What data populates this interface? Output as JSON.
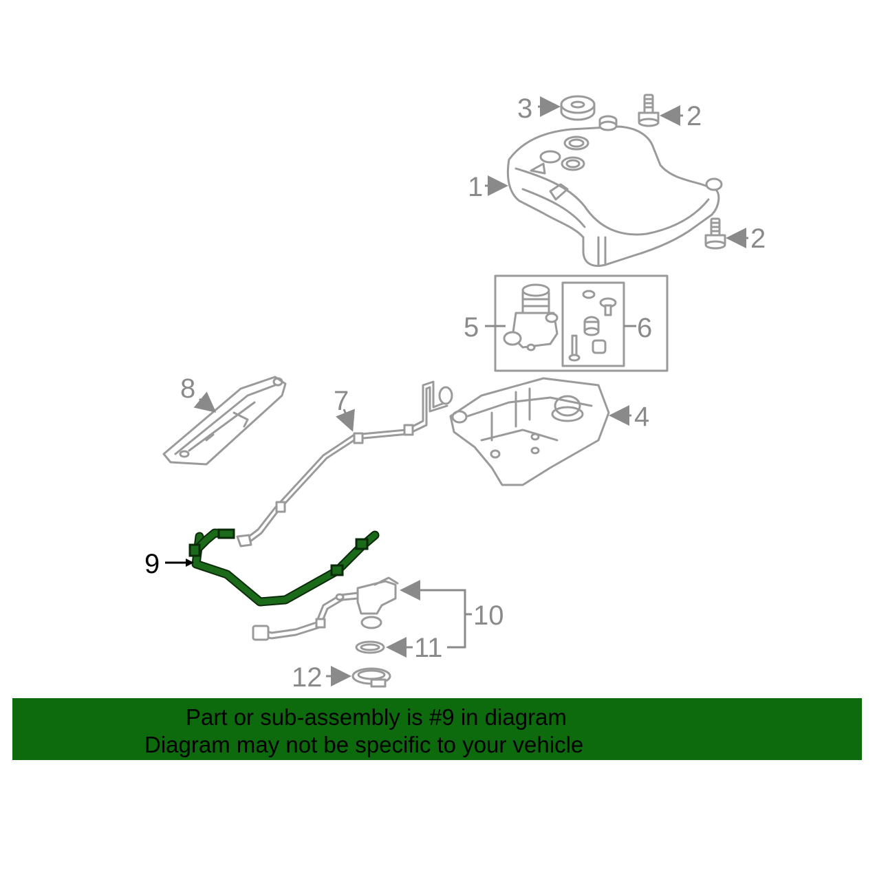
{
  "callouts": {
    "c1": "1",
    "c2a": "2",
    "c2b": "2",
    "c3": "3",
    "c4": "4",
    "c5": "5",
    "c6": "6",
    "c7": "7",
    "c8": "8",
    "c9": "9",
    "c10": "10",
    "c11": "11",
    "c12": "12"
  },
  "highlight_color": "#1a6a1a",
  "banner": {
    "color": "#0d6a0d",
    "line1": "Part or sub-assembly is #9 in diagram",
    "line2": "Diagram may not be specific to your vehicle"
  }
}
